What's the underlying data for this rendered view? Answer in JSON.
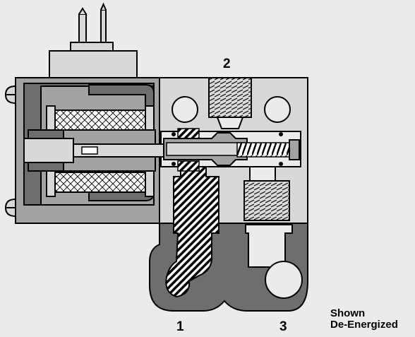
{
  "ports": {
    "p1": "1",
    "p2": "2",
    "p3": "3"
  },
  "state_label": {
    "line1": "Shown",
    "line2": "De-Energized"
  },
  "colors": {
    "background": "#ebebeb",
    "body_light": "#d8d8d8",
    "body_mid": "#a3a3a3",
    "body_dark": "#6e6e6e",
    "outline": "#000000"
  },
  "icons": [
    "solenoid-coil-icon",
    "spring-icon",
    "threaded-port-icon",
    "screw-head-icon"
  ]
}
